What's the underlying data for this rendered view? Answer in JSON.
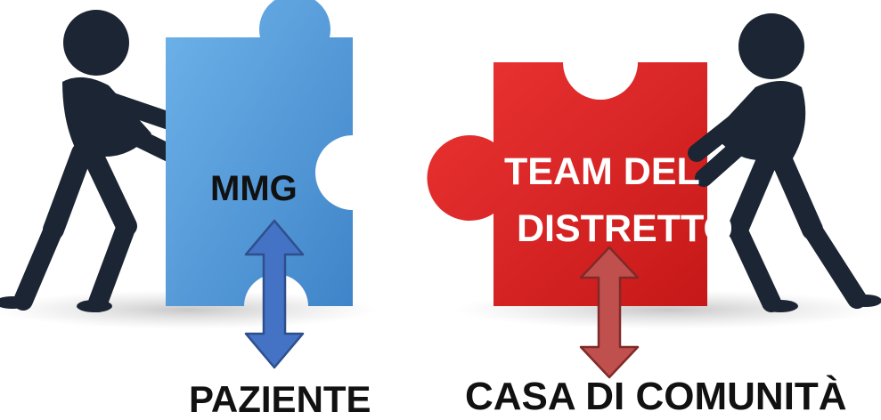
{
  "labels": {
    "left_piece": "MMG",
    "right_piece_line1": "TEAM DEL",
    "right_piece_line2": "DISTRETTO",
    "left_bottom": "PAZIENTE",
    "right_bottom": "CASA DI COMUNITÀ"
  },
  "colors": {
    "left_piece": "#4e95d6",
    "right_piece": "#de2424",
    "left_arrow": "#4472c4",
    "right_arrow": "#c0504d",
    "figure": "#1c2533"
  },
  "icons": [
    "person-pushing-icon",
    "puzzle-piece-icon",
    "double-arrow-icon"
  ]
}
